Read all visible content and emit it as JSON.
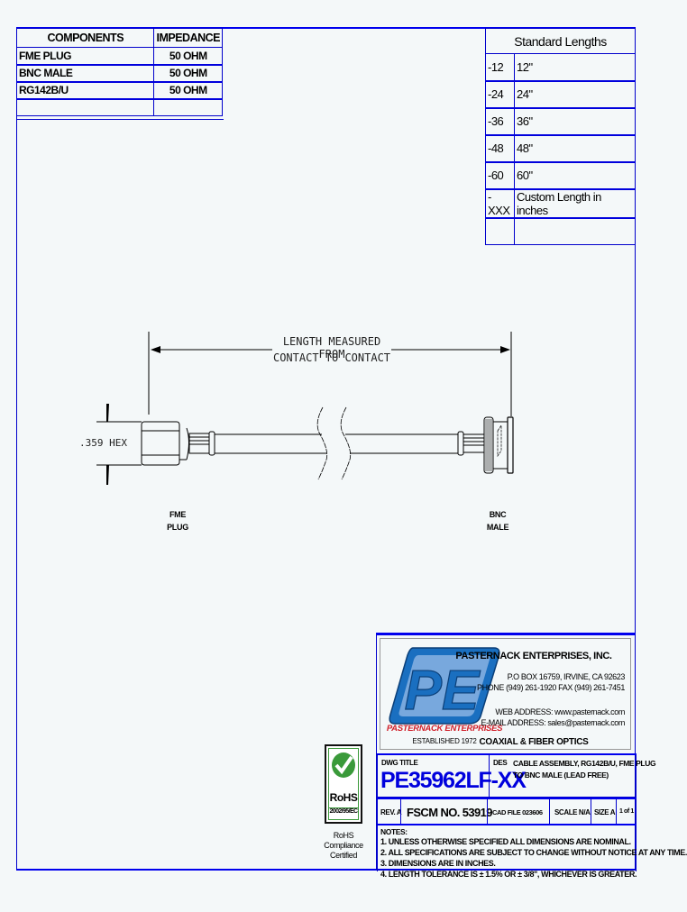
{
  "components_table": {
    "headers": [
      "COMPONENTS",
      "IMPEDANCE"
    ],
    "rows": [
      {
        "component": "FME PLUG",
        "impedance": "50 OHM"
      },
      {
        "component": "BNC MALE",
        "impedance": "50 OHM"
      },
      {
        "component": "RG142B/U",
        "impedance": "50 OHM"
      },
      {
        "component": "",
        "impedance": ""
      }
    ]
  },
  "lengths_table": {
    "title": "Standard Lengths",
    "rows": [
      {
        "code": "-12",
        "length": "12\""
      },
      {
        "code": "-24",
        "length": "24\""
      },
      {
        "code": "-36",
        "length": "36\""
      },
      {
        "code": "-48",
        "length": "48\""
      },
      {
        "code": "-60",
        "length": "60\""
      },
      {
        "code": "-XXX",
        "length": "Custom Length in inches"
      },
      {
        "code": "",
        "length": ""
      }
    ]
  },
  "drawing": {
    "dimension_line1": "LENGTH MEASURED FROM",
    "dimension_line2": "CONTACT TO CONTACT",
    "hex_label": ".359  HEX",
    "left_connector_line1": "FME",
    "left_connector_line2": "PLUG",
    "right_connector_line1": "BNC",
    "right_connector_line2": "MALE"
  },
  "rohs": {
    "badge_text": "RoHS",
    "directive": "2002/95/EC",
    "caption_line1": "RoHS",
    "caption_line2": "Compliance",
    "caption_line3": "Certified",
    "green": "#3a9a3a"
  },
  "company": {
    "logo_letters": "PE",
    "logo_name": "PASTERNACK ENTERPRISES",
    "established": "ESTABLISHED 1972",
    "name": "PASTERNACK ENTERPRISES, INC.",
    "address": "P.O BOX 16759, IRVINE, CA 92623",
    "phone": "PHONE (949) 261-1920 FAX (949) 261-7451",
    "web": "WEB ADDRESS: www.pasternack.com",
    "email": "E-MAIL ADDRESS: sales@pasternack.com",
    "tagline": "COAXIAL & FIBER OPTICS",
    "logo_blue": "#1a6fc0",
    "logo_red": "#d0202a"
  },
  "title_block": {
    "dwg_title_label": "DWG TITLE",
    "part_number": "PE35962LF-XX",
    "des_label": "DES",
    "description_line1": "CABLE ASSEMBLY, RG142B/U, FME PLUG",
    "description_line2": "TO BNC MALE (LEAD FREE)",
    "rev": "REV. A",
    "fscm": "FSCM NO.  53919",
    "cad_file": "CAD FILE   023606",
    "scale": "SCALE  N/A",
    "size": "SIZE  A",
    "sheet": "1 of 1",
    "part_color": "#0000dd"
  },
  "notes": {
    "header": "NOTES:",
    "items": [
      "1.  UNLESS OTHERWISE SPECIFIED ALL DIMENSIONS ARE NOMINAL.",
      "2.  ALL SPECIFICATIONS ARE SUBJECT TO CHANGE WITHOUT NOTICE AT ANY TIME.",
      "3.  DIMENSIONS ARE IN INCHES.",
      "4.  LENGTH TOLERANCE IS ± 1.5% OR ± 3/8\", WHICHEVER IS GREATER."
    ]
  }
}
